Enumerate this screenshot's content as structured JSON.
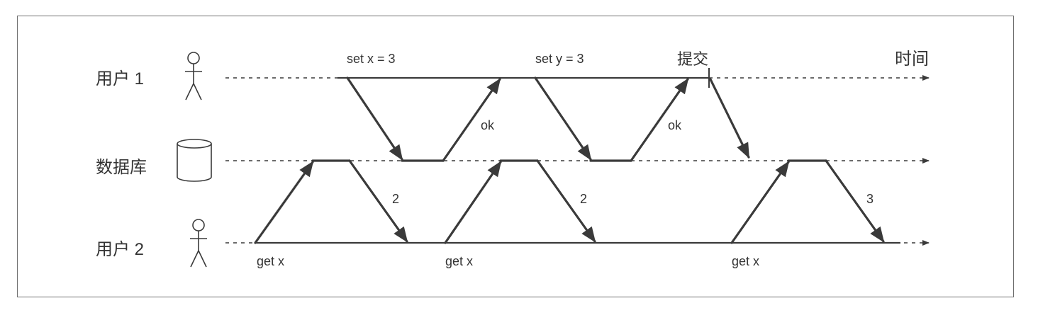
{
  "actors": {
    "user1": "用户 1",
    "database": "数据库",
    "user2": "用户 2"
  },
  "labels": {
    "time": "时间",
    "commit": "提交",
    "set_x": "set x = 3",
    "set_y": "set y = 3",
    "ok_1": "ok",
    "ok_2": "ok",
    "get_x_1": "get x",
    "get_x_2": "get x",
    "get_x_3": "get x",
    "result_1": "2",
    "result_2": "2",
    "result_3": "3"
  },
  "colors": {
    "line": "#3a3a3a",
    "text": "#333333",
    "frame": "#6e6e6e"
  }
}
